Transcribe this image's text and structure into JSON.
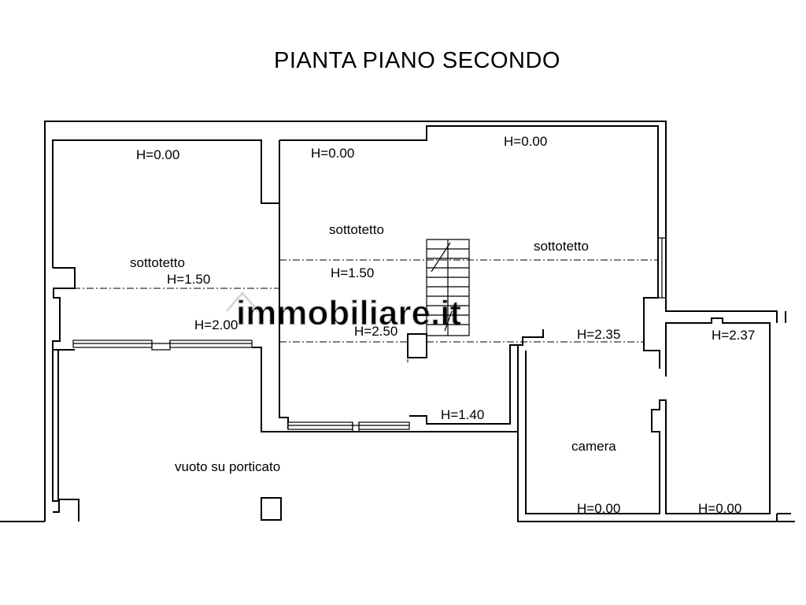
{
  "title": "PIANTA PIANO SECONDO",
  "watermark": "immobiliare.it",
  "rooms": {
    "sottotetto_left": "sottotetto",
    "sottotetto_middle": "sottotetto",
    "sottotetto_right": "sottotetto",
    "camera": "camera",
    "vuoto": "vuoto su porticato"
  },
  "heights": {
    "left_top": "H=0.00",
    "middle_top": "H=0.00",
    "right_top": "H=0.00",
    "left_mid": "H=1.50",
    "middle_mid": "H=1.50",
    "left_low": "H=2.00",
    "middle_low": "H=2.50",
    "right_low": "H=2.35",
    "far_right_top": "H=2.37",
    "middle_bottom": "H=1.40",
    "camera_bottom": "H=0.00",
    "far_right_bottom": "H=0.00"
  }
}
